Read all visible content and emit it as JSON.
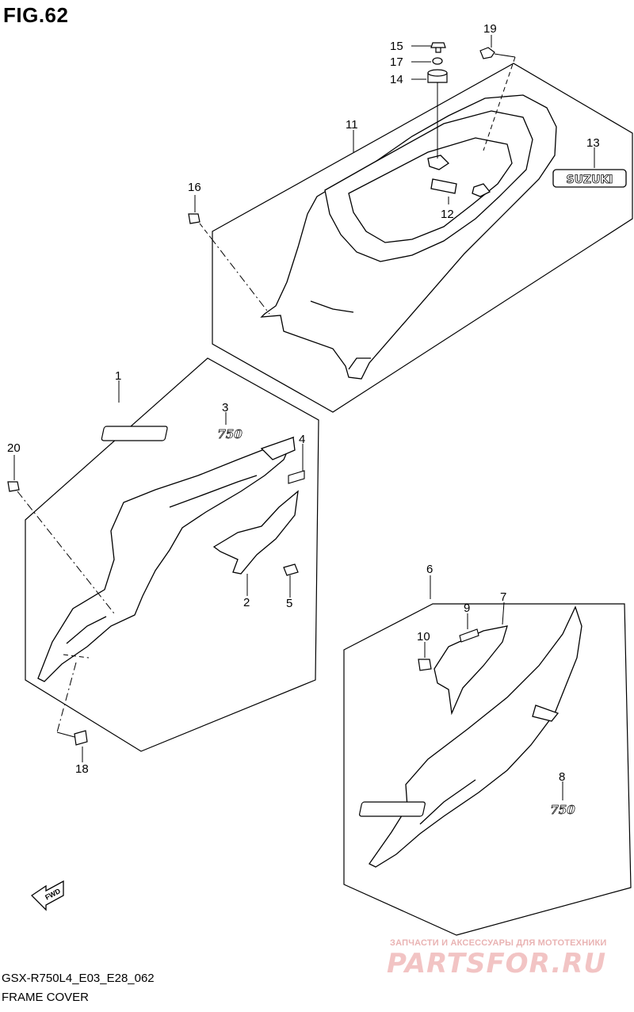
{
  "figure": {
    "title": "FIG.62"
  },
  "callouts": [
    {
      "id": "c1",
      "label": "1"
    },
    {
      "id": "c2",
      "label": "2"
    },
    {
      "id": "c3",
      "label": "3"
    },
    {
      "id": "c4",
      "label": "4"
    },
    {
      "id": "c5",
      "label": "5"
    },
    {
      "id": "c6",
      "label": "6"
    },
    {
      "id": "c7",
      "label": "7"
    },
    {
      "id": "c8",
      "label": "8"
    },
    {
      "id": "c9",
      "label": "9"
    },
    {
      "id": "c10",
      "label": "10"
    },
    {
      "id": "c11",
      "label": "11"
    },
    {
      "id": "c12",
      "label": "12"
    },
    {
      "id": "c13",
      "label": "13"
    },
    {
      "id": "c14",
      "label": "14"
    },
    {
      "id": "c15",
      "label": "15"
    },
    {
      "id": "c16",
      "label": "16"
    },
    {
      "id": "c17",
      "label": "17"
    },
    {
      "id": "c18",
      "label": "18"
    },
    {
      "id": "c19",
      "label": "19"
    },
    {
      "id": "c20",
      "label": "20"
    }
  ],
  "emblems": {
    "brand": "SUZUKI",
    "model_left": "750",
    "model_right": "750"
  },
  "fwd_arrow": {
    "label": "FWD",
    "icon": "fwd-arrow-icon"
  },
  "footer": {
    "code": "GSX-R750L4_E03_E28_062",
    "name": "FRAME COVER"
  },
  "watermark": {
    "tagline": "ЗАПЧАСТИ И АКСЕССУАРЫ ДЛЯ МОТОТЕХНИКИ",
    "logo": "PARTSFOR.RU"
  },
  "colors": {
    "line": "#000000",
    "watermark": "#f2c4c4"
  }
}
